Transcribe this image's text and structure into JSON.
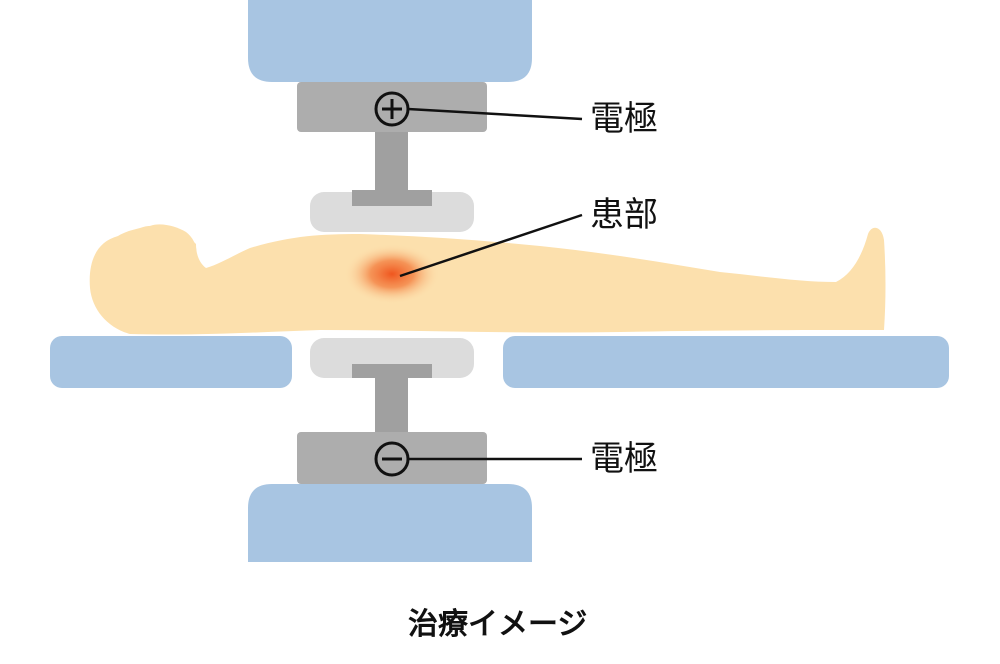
{
  "labels": {
    "top_electrode": "電極",
    "affected_area": "患部",
    "bottom_electrode": "電極"
  },
  "caption": "治療イメージ",
  "icons": {
    "top_polarity": "plus-icon",
    "bottom_polarity": "minus-icon"
  },
  "colors": {
    "machine_blue": "#a8c5e2",
    "electrode_gray": "#adadad",
    "electrode_dark": "#9d9d9d",
    "pad_light": "#dcdcdc",
    "body_skin": "#fce0ad",
    "focus_center": "#f05a1e",
    "focus_edge": "#f7b27a",
    "line": "#111111"
  }
}
